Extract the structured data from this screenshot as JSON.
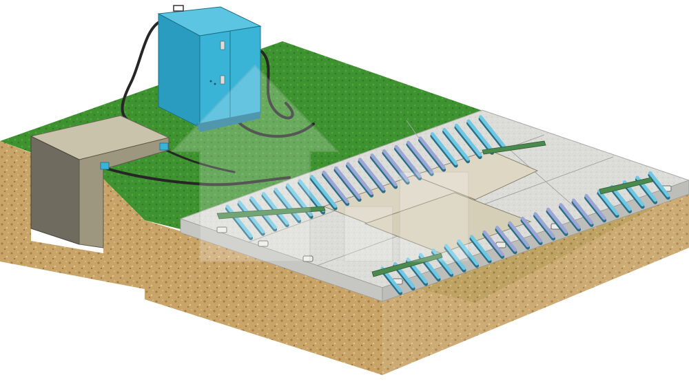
{
  "diagram": {
    "type": "isometric-installation-illustration",
    "components": [
      "control-cabinet",
      "pump-housing",
      "concrete-foundation",
      "roller-ramp-left",
      "roller-ramp-right",
      "center-plates",
      "hydraulic-hoses",
      "soil-cross-section",
      "grass-surface"
    ],
    "colors": {
      "cabinet": "#3ab4d6",
      "cabinet_dark": "#1f86a4",
      "grass": "#3d8f2e",
      "soil": "#c8a265",
      "concrete": "#d8d8d4",
      "roller_blue": "#6ec8e4",
      "roller_violet": "#9aa6d6",
      "plate": "#d9d3bf",
      "hose": "#2a2a2a"
    }
  }
}
